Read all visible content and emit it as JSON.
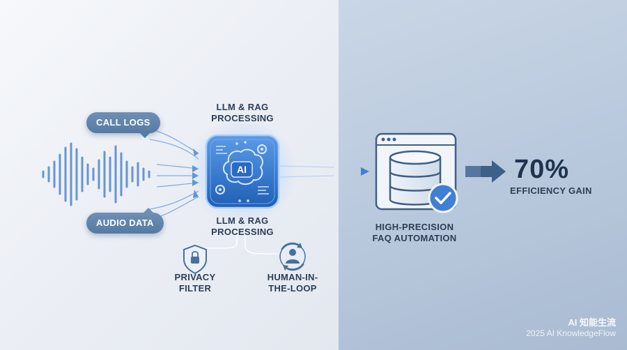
{
  "inputs": {
    "call_logs": "CALL LOGS",
    "audio_data": "AUDIO DATA"
  },
  "processing": {
    "title_top": "LLM & RAG\nPROCESSING",
    "title_bottom": "LLM & RAG\nPROCESSING",
    "chip_label": "AI"
  },
  "safeguards": {
    "privacy": "PRIVACY\nFILTER",
    "human": "HUMAN-IN-\nTHE-LOOP"
  },
  "output": {
    "faq": "HIGH-PRECISION\nFAQ AUTOMATION"
  },
  "result": {
    "value": "70%",
    "label": "EFFICIENCY GAIN"
  },
  "footer": {
    "brand": "AI 知能生流",
    "copyright": "2025 AI KnowledgeFlow"
  },
  "colors": {
    "accent": "#3f7fd6",
    "dark_text": "#1f3350",
    "pill": "#557aa3"
  }
}
